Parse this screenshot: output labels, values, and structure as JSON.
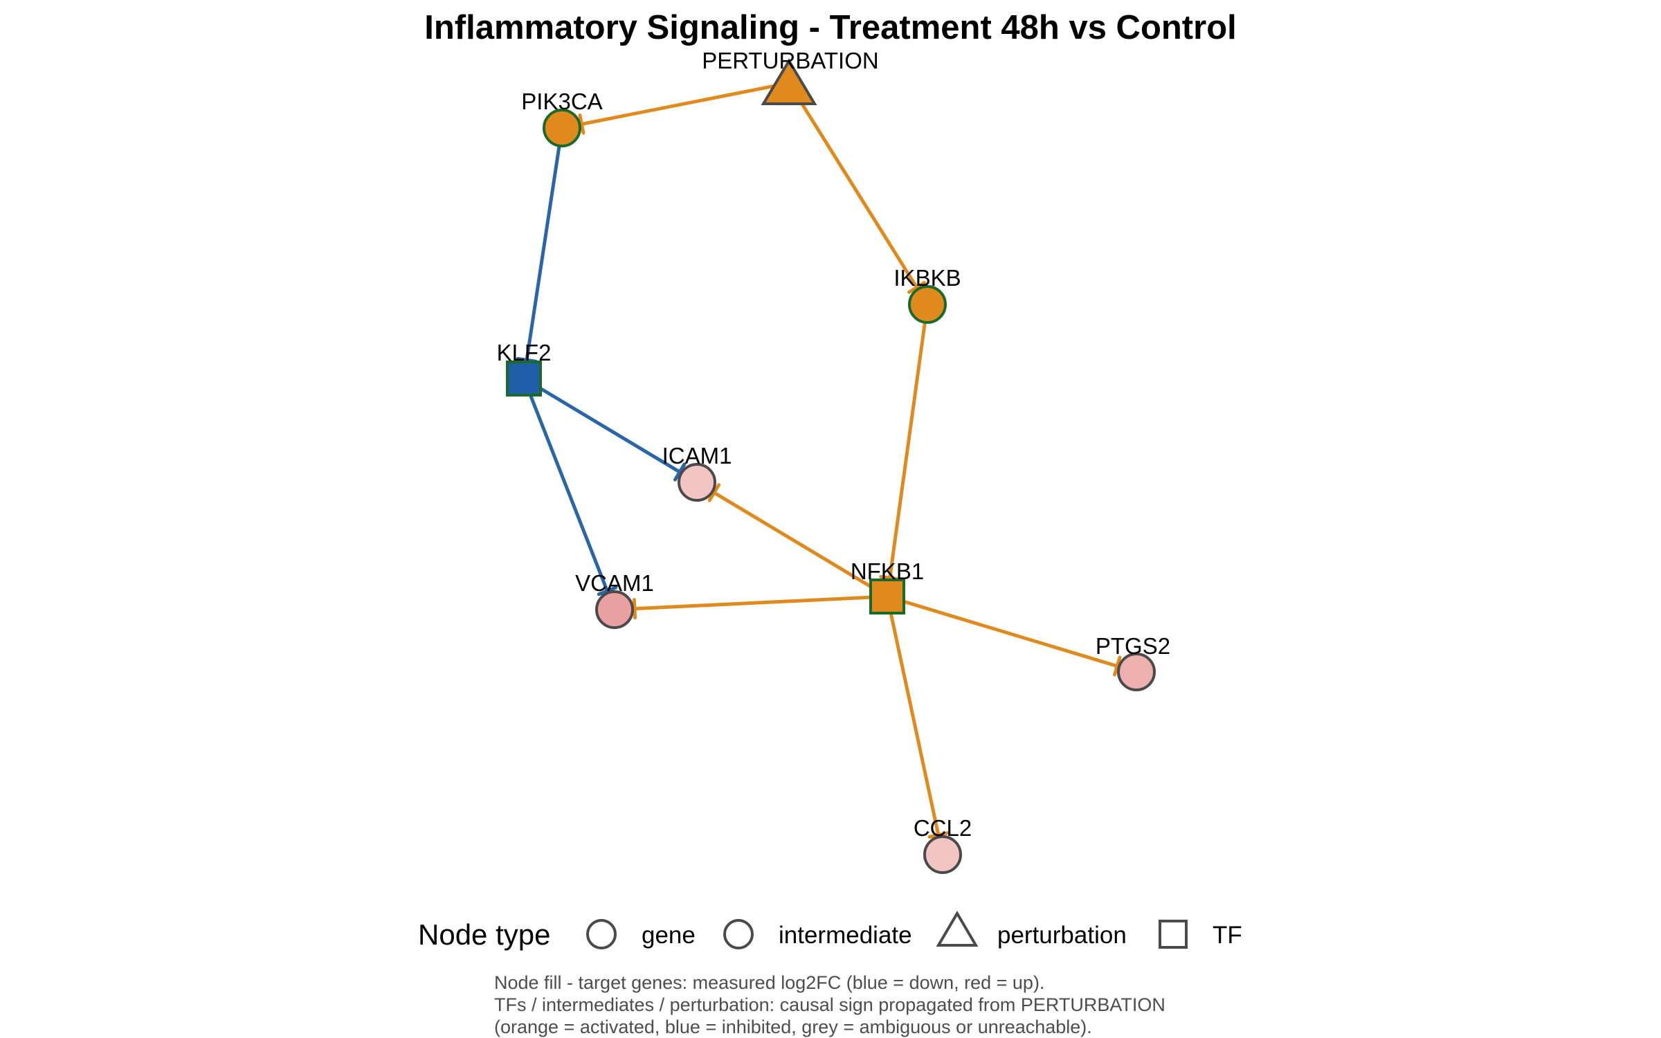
{
  "title": "Inflammatory Signaling - Treatment 48h vs Control",
  "colors": {
    "activated": "#E08A1E",
    "inhibited": "#2A65A8",
    "tf_inhibited_fill": "#1F5FAA",
    "node_stroke_intermediate": "#1A6B2A",
    "node_stroke_gene": "#4A4A4A",
    "perturbation_stroke": "#4A4A4A"
  },
  "nodes": [
    {
      "id": "PERTURBATION",
      "label": "PERTURBATION",
      "type": "perturbation",
      "fill": "#E08A1E"
    },
    {
      "id": "PIK3CA",
      "label": "PIK3CA",
      "type": "intermediate",
      "fill": "#E08A1E"
    },
    {
      "id": "IKBKB",
      "label": "IKBKB",
      "type": "intermediate",
      "fill": "#E08A1E"
    },
    {
      "id": "KLF2",
      "label": "KLF2",
      "type": "TF",
      "fill": "#1F5FAA"
    },
    {
      "id": "NFKB1",
      "label": "NFKB1",
      "type": "TF",
      "fill": "#E08A1E"
    },
    {
      "id": "ICAM1",
      "label": "ICAM1",
      "type": "gene",
      "fill": "#F2C4C2"
    },
    {
      "id": "VCAM1",
      "label": "VCAM1",
      "type": "gene",
      "fill": "#E8A0A0"
    },
    {
      "id": "PTGS2",
      "label": "PTGS2",
      "type": "gene",
      "fill": "#EEAFAF"
    },
    {
      "id": "CCL2",
      "label": "CCL2",
      "type": "gene",
      "fill": "#F2C4C2"
    }
  ],
  "edges": [
    {
      "from": "PERTURBATION",
      "to": "PIK3CA",
      "sign": "activated"
    },
    {
      "from": "PERTURBATION",
      "to": "IKBKB",
      "sign": "activated"
    },
    {
      "from": "PIK3CA",
      "to": "KLF2",
      "sign": "inhibited"
    },
    {
      "from": "IKBKB",
      "to": "NFKB1",
      "sign": "activated"
    },
    {
      "from": "KLF2",
      "to": "ICAM1",
      "sign": "inhibited"
    },
    {
      "from": "KLF2",
      "to": "VCAM1",
      "sign": "inhibited"
    },
    {
      "from": "NFKB1",
      "to": "ICAM1",
      "sign": "activated"
    },
    {
      "from": "NFKB1",
      "to": "VCAM1",
      "sign": "activated"
    },
    {
      "from": "NFKB1",
      "to": "PTGS2",
      "sign": "activated"
    },
    {
      "from": "NFKB1",
      "to": "CCL2",
      "sign": "activated"
    }
  ],
  "legend": {
    "title": "Node type",
    "items": [
      {
        "label": "gene",
        "shape": "circle"
      },
      {
        "label": "intermediate",
        "shape": "circle"
      },
      {
        "label": "perturbation",
        "shape": "triangle"
      },
      {
        "label": "TF",
        "shape": "square"
      }
    ]
  },
  "caption": [
    "Node fill - target genes: measured log2FC (blue = down, red = up).",
    "TFs / intermediates / perturbation: causal sign propagated from PERTURBATION",
    "(orange = activated, blue = inhibited, grey = ambiguous or unreachable)."
  ]
}
